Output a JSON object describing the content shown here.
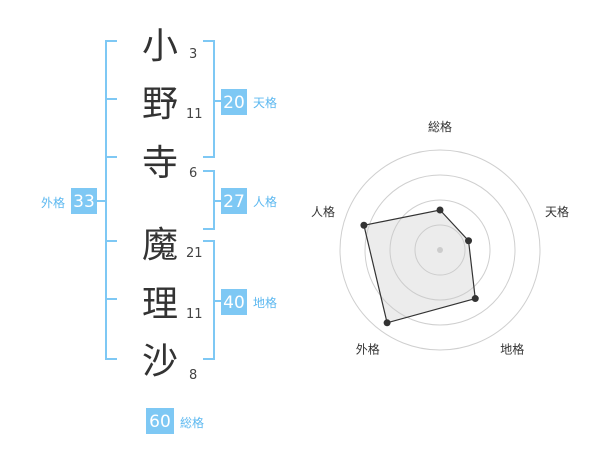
{
  "accent_color": "#7ec8f4",
  "label_color": "#5cb8f0",
  "surname": [
    {
      "char": "小",
      "strokes": "3"
    },
    {
      "char": "野",
      "strokes": "11"
    },
    {
      "char": "寺",
      "strokes": "6"
    }
  ],
  "given_name": [
    {
      "char": "魔",
      "strokes": "21"
    },
    {
      "char": "理",
      "strokes": "11"
    },
    {
      "char": "沙",
      "strokes": "8"
    }
  ],
  "kaku": {
    "tenkaku": {
      "label": "天格",
      "value": "20"
    },
    "jinkaku": {
      "label": "人格",
      "value": "27"
    },
    "chikaku": {
      "label": "地格",
      "value": "40"
    },
    "gaikaku": {
      "label": "外格",
      "value": "33"
    },
    "soukaku": {
      "label": "総格",
      "value": "60"
    }
  },
  "chart_data": {
    "type": "radar",
    "axes": [
      "総格",
      "天格",
      "地格",
      "外格",
      "人格"
    ],
    "values": [
      0.4,
      0.3,
      0.6,
      0.9,
      0.8
    ],
    "max": 1,
    "rings": 4
  }
}
